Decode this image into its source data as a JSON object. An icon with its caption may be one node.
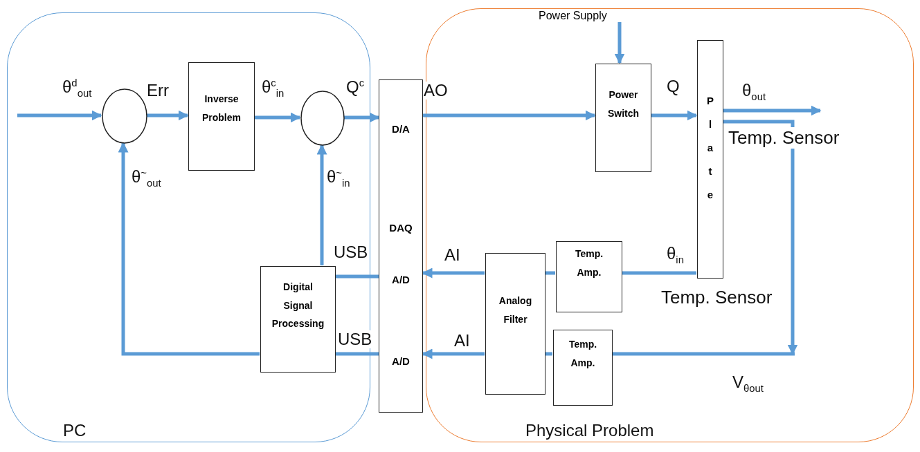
{
  "diagram": {
    "nodes": [
      {
        "text": [
          "PC"
        ]
      },
      {
        "text": [
          "Physical Problem"
        ]
      },
      {
        "text": [],
        "shape": "circle",
        "in": 0
      },
      {
        "text": [
          "Inverse Problem"
        ],
        "in": 0
      },
      {
        "text": [],
        "shape": "circle",
        "in": 0
      },
      {
        "text": [
          "Digital Signal Processing"
        ],
        "in": 0
      },
      {
        "text": [
          "D/A",
          "DAQ",
          "A/D",
          "A/D"
        ]
      },
      {
        "text": [
          "Power Switch"
        ],
        "in": 1
      },
      {
        "text": [
          "Plate"
        ],
        "in": 1,
        "beside": [
          "Temp. Sensor",
          "Temp. Sensor"
        ]
      },
      {
        "text": [
          "Temp. Amp."
        ],
        "in": 1
      },
      {
        "text": [
          "Analog Filter"
        ],
        "in": 1
      },
      {
        "text": [
          "Temp. Amp."
        ],
        "in": 1
      },
      {
        "text": [
          "Power Supply"
        ],
        "in": 1
      }
    ],
    "edges": [
      {
        "from": null,
        "to": 2,
        "arrow": "to",
        "label": "θ$^{d}$$_{out}$"
      },
      {
        "from": 2,
        "to": 3,
        "arrow": "to",
        "label": "Err"
      },
      {
        "from": 3,
        "to": 4,
        "arrow": "to",
        "label": "θ$^{c}$$_{in}$"
      },
      {
        "from": 4,
        "to": 6,
        "arrow": "to",
        "label": "Q$^{c}$"
      },
      {
        "from": 6,
        "to": 7,
        "arrow": "to",
        "label": "AO"
      },
      {
        "from": 7,
        "to": 8,
        "arrow": "to",
        "label": "Q"
      },
      {
        "from": 8,
        "to": null,
        "arrow": "to",
        "label": "θ$_{out}$"
      },
      {
        "from": 12,
        "to": 7,
        "arrow": "to"
      },
      {
        "from": 8,
        "to": 9,
        "arrow": "none",
        "label": "θ$_{in}$"
      },
      {
        "from": 9,
        "to": 10,
        "arrow": "none"
      },
      {
        "from": 10,
        "to": 6,
        "arrow": "to",
        "label": "AI"
      },
      {
        "from": 11,
        "to": 10,
        "arrow": "none"
      },
      {
        "from": 10,
        "to": 6,
        "arrow": "to",
        "label": "AI"
      },
      {
        "from": 8,
        "to": null,
        "arrow": "to"
      },
      {
        "from": 6,
        "to": 5,
        "arrow": "none",
        "label": "USB"
      },
      {
        "from": 6,
        "to": 5,
        "arrow": "none",
        "label": "USB"
      },
      {
        "from": 5,
        "to": 2,
        "arrow": "to",
        "label": "θ$^{~}$$_{out}$"
      },
      {
        "from": 5,
        "to": 4,
        "arrow": "to",
        "label": "θ$^{~}$$_{in}$"
      },
      {
        "from": 11,
        "to": null,
        "arrow": "none",
        "label": "V$_{θout}$"
      }
    ]
  }
}
